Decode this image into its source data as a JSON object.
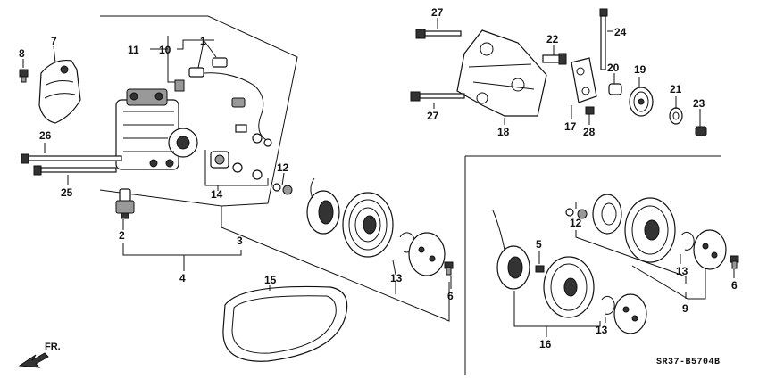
{
  "diagram_code": "SR37-B5704B",
  "direction_label": "FR.",
  "callouts": {
    "c1": "1",
    "c2": "2",
    "c3": "3",
    "c4": "4",
    "c5": "5",
    "c6a": "6",
    "c6b": "6",
    "c7": "7",
    "c8": "8",
    "c9": "9",
    "c10": "10",
    "c11": "11",
    "c12a": "12",
    "c12b": "12",
    "c13a": "13",
    "c13b": "13",
    "c13c": "13",
    "c14": "14",
    "c15": "15",
    "c16": "16",
    "c17": "17",
    "c18": "18",
    "c19": "19",
    "c20": "20",
    "c21": "21",
    "c22": "22",
    "c23": "23",
    "c24": "24",
    "c25": "25",
    "c26": "26",
    "c27a": "27",
    "c27b": "27",
    "c28": "28"
  }
}
